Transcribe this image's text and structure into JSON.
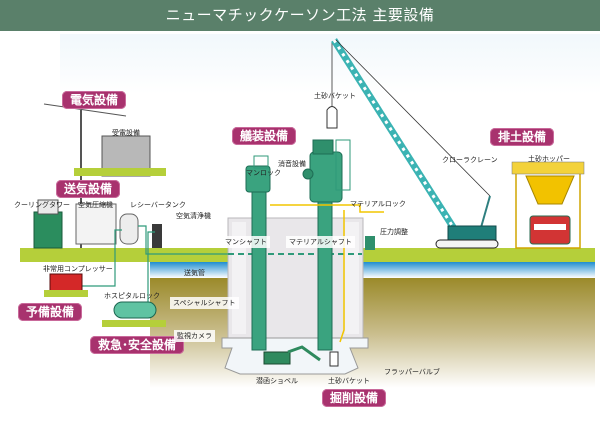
{
  "title": "ニューマチックケーソン工法 主要設備",
  "categories": {
    "electrical": "電気設備",
    "air_supply": "送気設備",
    "standby": "予備設備",
    "rescue_safety": "救急･安全設備",
    "fitting": "艤装設備",
    "soil_discharge": "排土設備",
    "excavation": "掘削設備"
  },
  "labels": {
    "power_receiving": "受電設備",
    "cooling_tower": "クーリングタワー",
    "air_compressor": "空気圧縮機",
    "receiver_tank": "レシーバータンク",
    "air_purifier": "空気清浄機",
    "emergency_compressor": "非常用コンプレッサー",
    "hospital_lock": "ホスピタルロック",
    "air_pipe": "送気管",
    "man_lock": "マンロック",
    "silencer": "消音設備",
    "soil_bucket_top": "土砂バケット",
    "material_lock": "マテリアルロック",
    "pressure_regulator": "圧力調整",
    "crawler_crane": "クローラクレーン",
    "soil_hopper": "土砂ホッパー",
    "man_shaft": "マンシャフト",
    "material_shaft": "マテリアルシャフト",
    "special_shaft": "スペシャルシャフト",
    "monitor_camera": "監視カメラ",
    "submerged_shovel": "潜函ショベル",
    "soil_bucket_bottom": "土砂バケット",
    "flapper_valve": "フラッパーバルブ"
  },
  "colors": {
    "title_bg": "#5a806a",
    "category_bg": "#a8326e",
    "ground": "#b5cf3a",
    "pipe": "#2f9a7a",
    "shaft": "#3aa37f",
    "crane": "#3bb3b3",
    "yellow_line": "#f2c500"
  }
}
